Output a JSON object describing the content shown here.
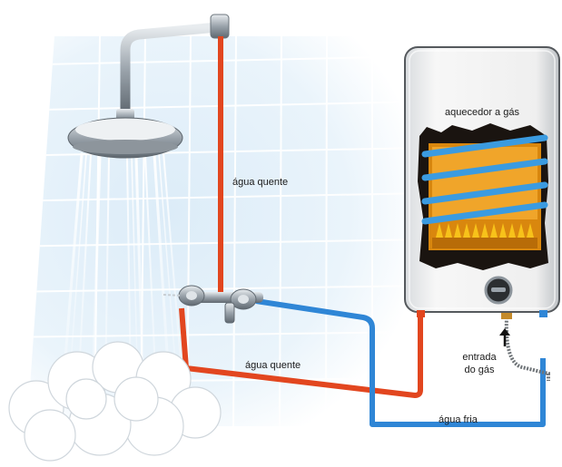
{
  "labels": {
    "heater_title": "aquecedor a gás",
    "hot_water_upper": "água quente",
    "hot_water_lower": "água quente",
    "cold_water": "água fria",
    "gas_inlet_line1": "entrada",
    "gas_inlet_line2": "do gás"
  },
  "colors": {
    "hot_pipe": "#e2461f",
    "cold_pipe": "#2f86d6",
    "tile_blue": "#cfe6f6",
    "heater_body": "#f2f2f2",
    "flame": "#f7a21a",
    "heat_coil": "#3b9be0",
    "chrome": "#a9b1b8",
    "gas_hose": "#6f7478"
  },
  "icons": {
    "shower_head": "shower-head-icon",
    "mixer_valve": "mixer-valve-icon",
    "heater_knob": "heater-knob-icon",
    "gas_arrow": "arrow-up-icon",
    "steam": "steam-cloud-icon"
  }
}
